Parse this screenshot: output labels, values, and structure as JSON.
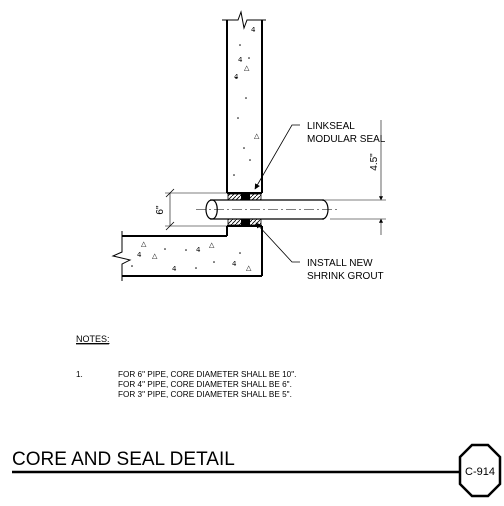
{
  "callouts": {
    "linkseal_line1": "LINKSEAL",
    "linkseal_line2": "MODULAR SEAL",
    "grout_line1": "INSTALL NEW",
    "grout_line2": "SHRINK GROUT"
  },
  "dimensions": {
    "pipe_offset": "4.5\"",
    "core_size": "6\""
  },
  "notes": {
    "heading": "NOTES:",
    "number": "1.",
    "lines": [
      "FOR 6\" PIPE, CORE DIAMETER SHALL BE 10\".",
      "FOR 4\" PIPE, CORE DIAMETER SHALL BE 6\".",
      "FOR 3\" PIPE, CORE DIAMETER SHALL BE 5\"."
    ]
  },
  "title_block": {
    "title": "CORE AND SEAL DETAIL",
    "sheet_tag": "C-914"
  }
}
